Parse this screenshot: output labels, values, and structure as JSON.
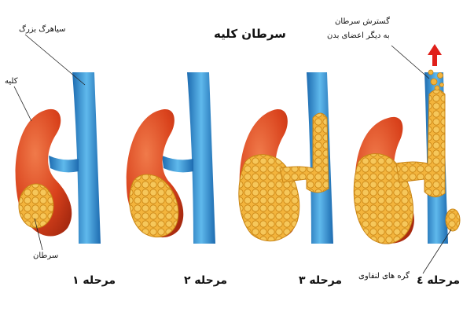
{
  "title": "سرطان کلیه",
  "labels": {
    "vena_cava": "سیاهرگ بزرگ",
    "kidney": "کلیه",
    "cancer": "سرطان",
    "spread_line1": "گسترش سرطان",
    "spread_line2": "به دیگر اعضای بدن",
    "lymph_nodes": "گره های لنفاوی"
  },
  "stages": [
    {
      "label": "مرحله ۱"
    },
    {
      "label": "مرحله ۲"
    },
    {
      "label": "مرحله ۳"
    },
    {
      "label": "مرحله ٤"
    }
  ],
  "colors": {
    "kidney": "#d9421c",
    "kidney_dark": "#a82a10",
    "vein": "#2a7fc2",
    "vein_light": "#6ec2ef",
    "tumor": "#f3b43c",
    "tumor_edge": "#c98414",
    "arrow": "#e0201a"
  }
}
